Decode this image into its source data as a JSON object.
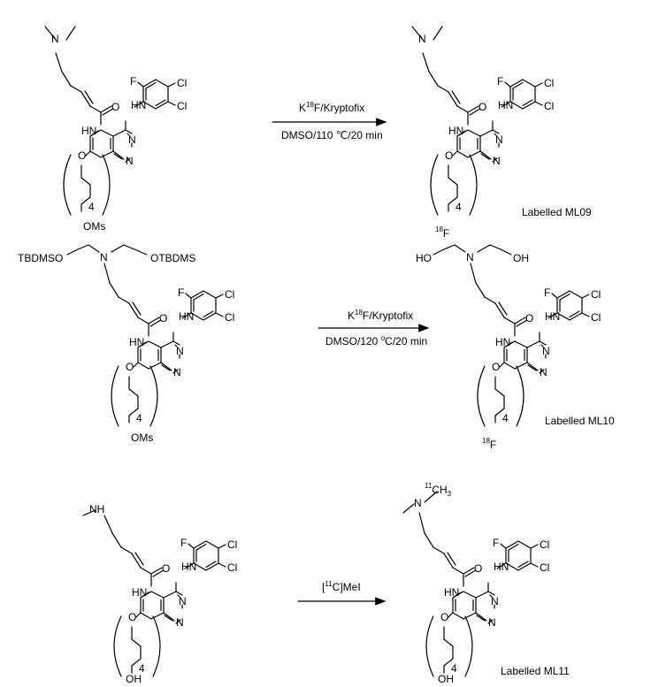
{
  "atoms": {
    "N": "N",
    "O": "O",
    "F": "F",
    "Cl": "Cl",
    "HN": "HN",
    "NH": "NH",
    "OMs": "OMs",
    "OH": "OH",
    "HO": "HO",
    "TBDMSO": "TBDMSO",
    "OTBDMS": "OTBDMS",
    "F18_mass": "18",
    "F18_sym": "F",
    "C11_mass": "11",
    "C11_sym": "CH",
    "C11_sub": "3",
    "repeat": "4"
  },
  "reactions": [
    {
      "reagent_pre": "K",
      "reagent_sup": "18",
      "reagent_post": "F/Kryptofix",
      "conditions": "DMSO/110 ℃/20 min",
      "product_label": "Labelled ML09"
    },
    {
      "reagent_pre": "K",
      "reagent_sup": "18",
      "reagent_post": "F/Kryptofix",
      "conditions_pre": "DMSO/120 ",
      "conditions_sup": "o",
      "conditions_post": "C/20 min",
      "product_label": "Labelled ML10"
    },
    {
      "reagent_pre": "[",
      "reagent_sup": "11",
      "reagent_post": "C]MeI",
      "product_label": "Labelled ML11"
    }
  ]
}
